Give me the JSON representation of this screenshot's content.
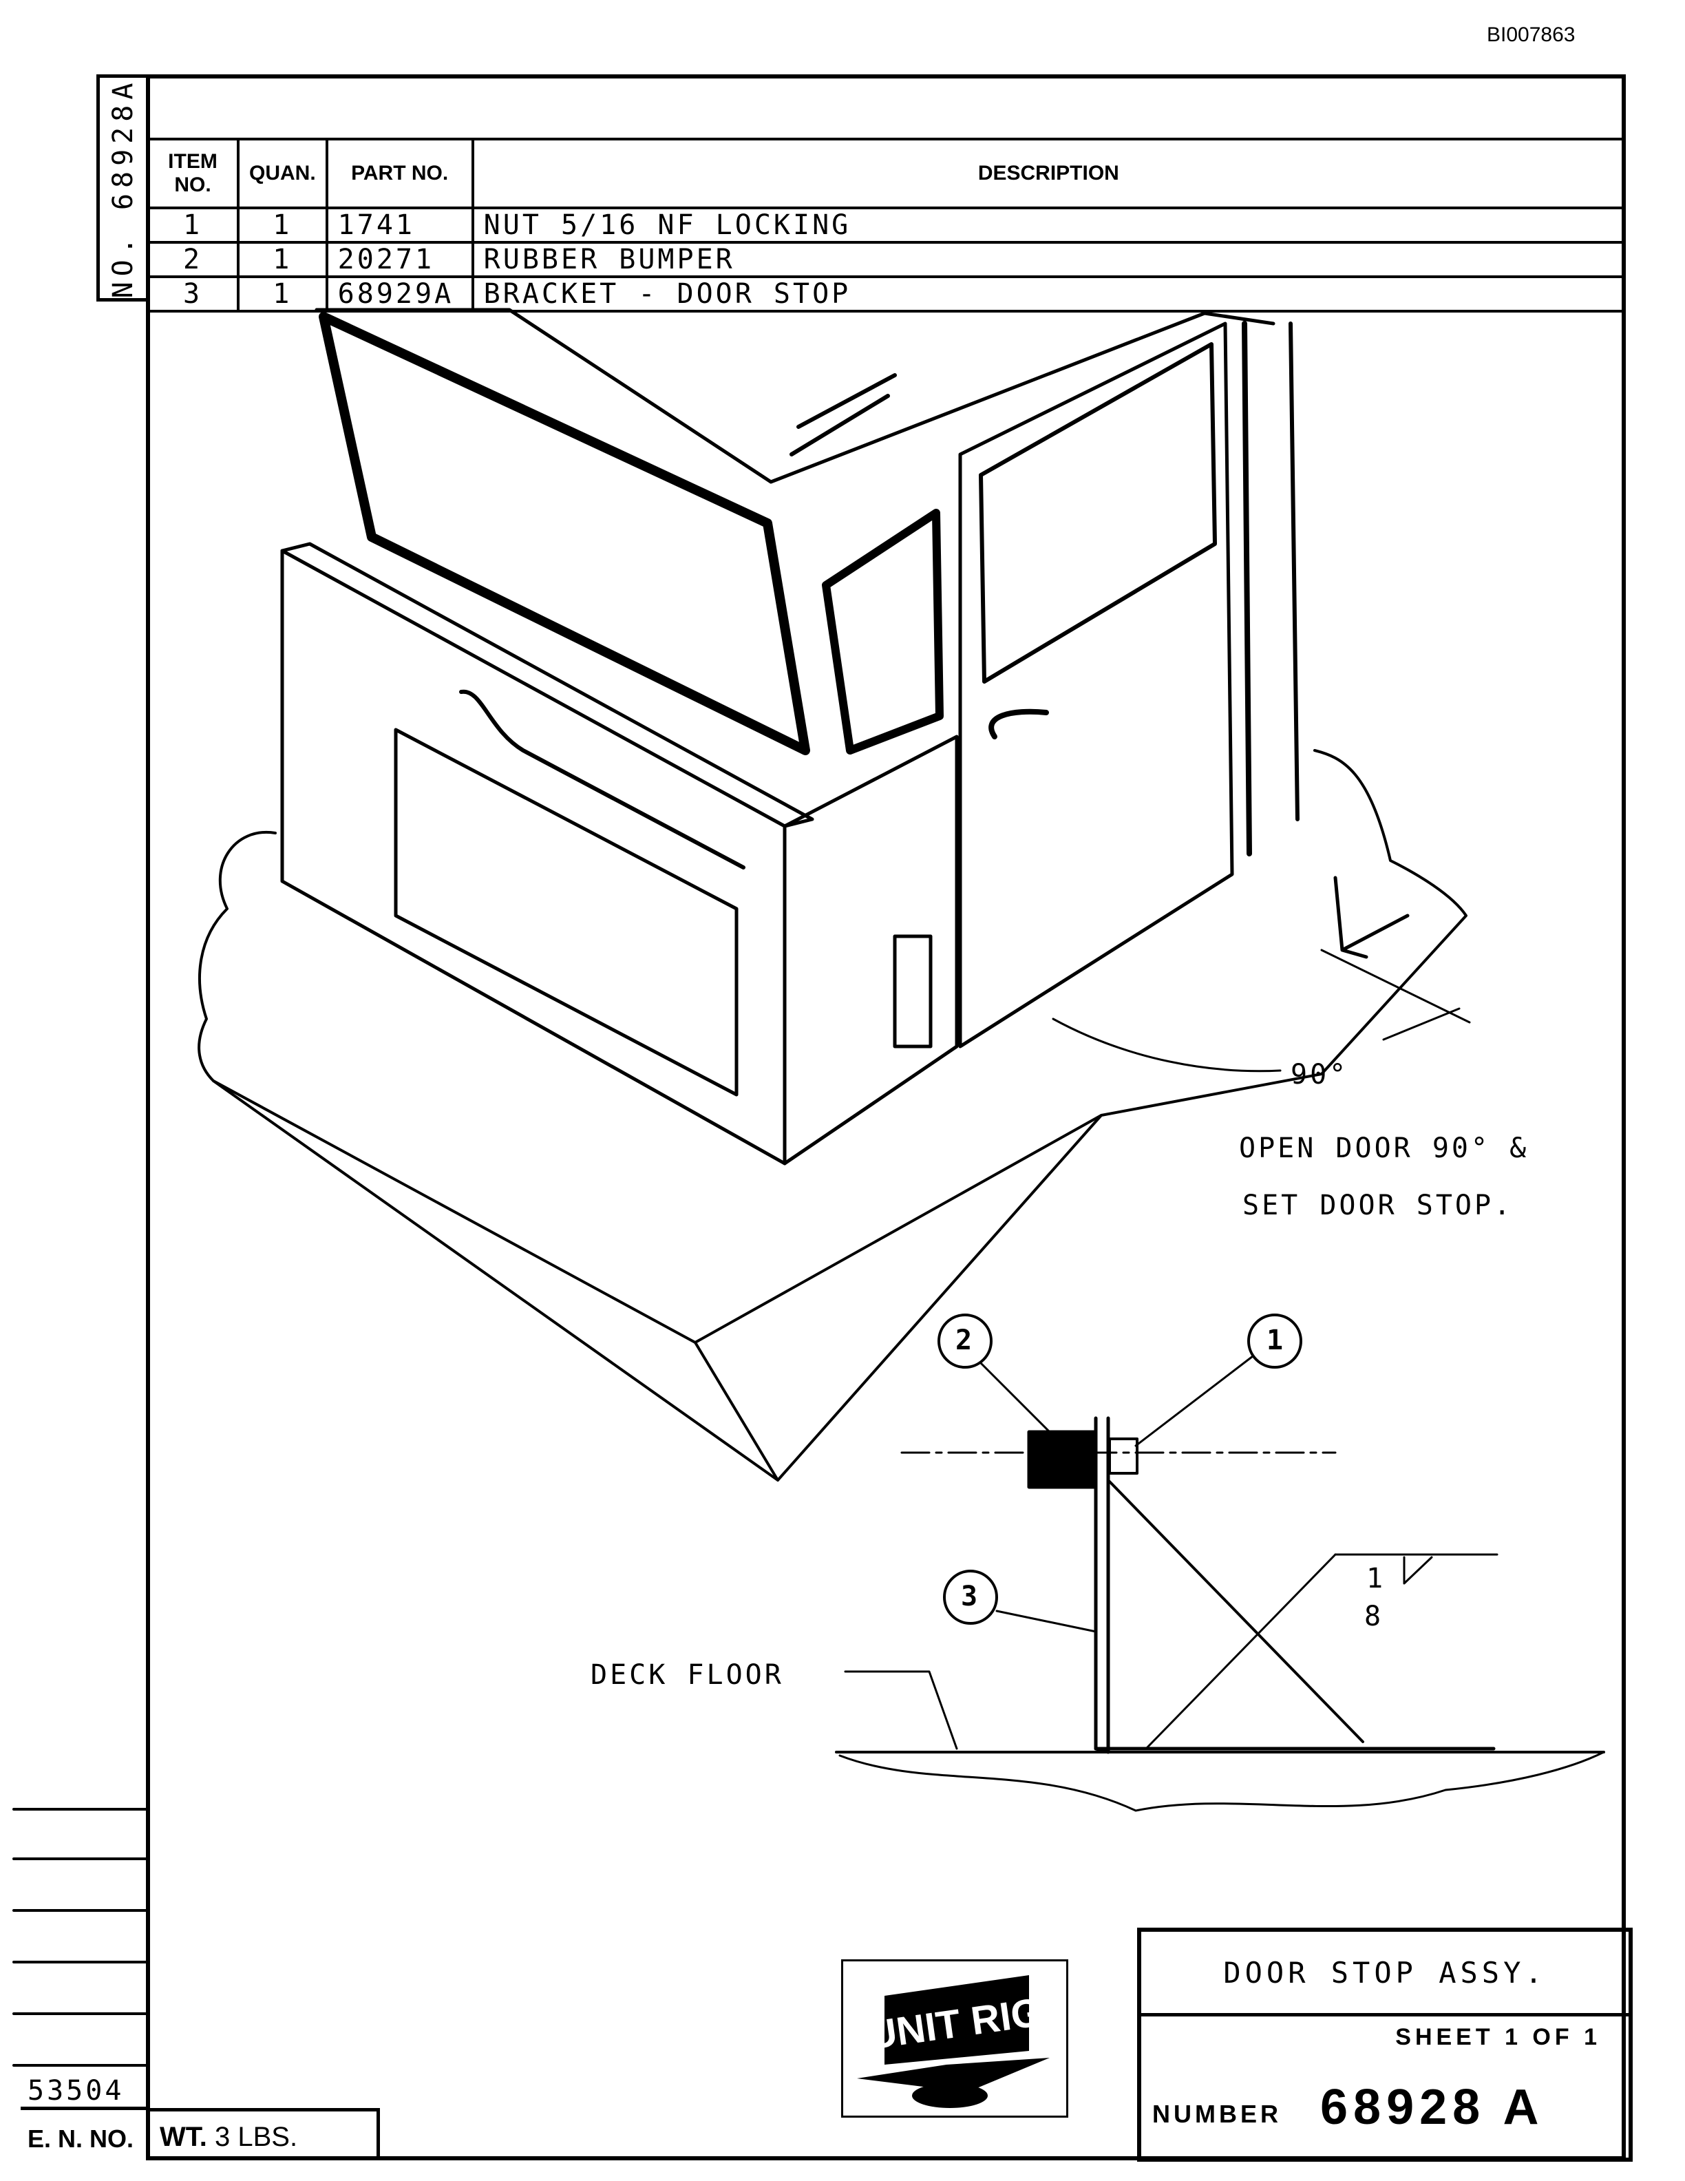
{
  "document": {
    "reference_id": "BI007863",
    "vertical_drawing_number": "NO. 68928A"
  },
  "parts_list": {
    "headers": [
      "ITEM NO.",
      "QUAN.",
      "PART NO.",
      "DESCRIPTION"
    ],
    "rows": [
      {
        "item": "1",
        "quantity": "1",
        "part_no": "1741",
        "description": "NUT 5/16 NF LOCKING"
      },
      {
        "item": "2",
        "quantity": "1",
        "part_no": "20271",
        "description": "RUBBER BUMPER"
      },
      {
        "item": "3",
        "quantity": "1",
        "part_no": "68929A",
        "description": "BRACKET - DOOR STOP"
      }
    ]
  },
  "annotations": {
    "angle": "90°",
    "instruction_line1": "OPEN DOOR 90° &",
    "instruction_line2": "SET DOOR STOP.",
    "deck_floor": "DECK FLOOR",
    "callout_1": "1",
    "callout_2": "2",
    "callout_3": "3",
    "weld_numerator": "1",
    "weld_denominator": "8"
  },
  "title_block": {
    "title": "DOOR STOP ASSY.",
    "sheet": "SHEET 1 OF 1",
    "number_label": "NUMBER",
    "number": "68928 A"
  },
  "logo": {
    "text": "UNIT RIG"
  },
  "revision": {
    "en_number": "53504",
    "en_label": "E. N. NO.",
    "weight_label": "WT.",
    "weight": "3 LBS."
  }
}
